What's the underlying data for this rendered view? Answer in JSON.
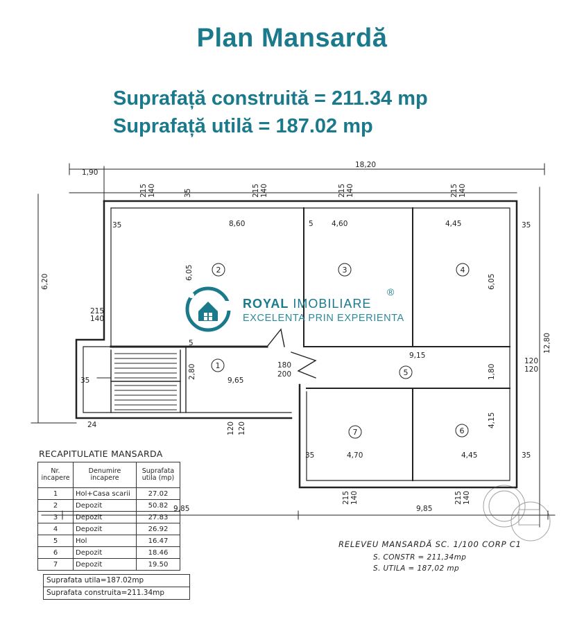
{
  "header": {
    "title": "Plan Mansardă",
    "built_area": "Suprafață construită = 211.34 mp",
    "usable_area": "Suprafață utilă = 187.02 mp"
  },
  "logo": {
    "brand_bold": "ROYAL",
    "brand_rest": " IMOBILIARE",
    "tagline": "EXCELENTA PRIN EXPERIENTA",
    "registered": "®"
  },
  "plan": {
    "dims": {
      "top_overall": "18,20",
      "top_left": "1,90",
      "left_height": "6,20",
      "right_height": "12,80",
      "r2_width": "8,60",
      "r3_width": "4,60",
      "r4_width": "4,45",
      "r2_height": "6,05",
      "r4_height": "6,05",
      "hall_width": "9,65",
      "hall_right": "9,15",
      "hall_height": "2,80",
      "hall_h2": "1,80",
      "r7_width": "4,70",
      "r6_width": "4,45",
      "r6_height": "4,15",
      "bottom_left": "9,85",
      "bottom_right": "9,85",
      "door_180": "180",
      "door_200": "200",
      "wall_35": "35",
      "wall_5": "5",
      "w215": "215",
      "w140": "140",
      "w120": "120",
      "w24": "24"
    },
    "rooms": [
      "1",
      "2",
      "3",
      "4",
      "5",
      "6",
      "7"
    ]
  },
  "recap": {
    "title": "RECAPITULATIE MANSARDA",
    "headers": [
      "Nr. incapere",
      "Denumire incapere",
      "Suprafata utila (mp)"
    ],
    "rows": [
      [
        "1",
        "Hol+Casa scarii",
        "27.02"
      ],
      [
        "2",
        "Depozit",
        "50.82"
      ],
      [
        "3",
        "Depozit",
        "27.83"
      ],
      [
        "4",
        "Depozit",
        "26.92"
      ],
      [
        "5",
        "Hol",
        "16.47"
      ],
      [
        "6",
        "Depozit",
        "18.46"
      ],
      [
        "7",
        "Depozit",
        "19.50"
      ]
    ],
    "usable": "Suprafata utila=187.02mp",
    "built": "Suprafata construita=211.34mp"
  },
  "releveu": {
    "title": "RELEVEU  MANSARDĂ  SC. 1/100  CORP C1",
    "constr": "S. CONSTR = 211,34mp",
    "utila": "S. UTILA = 187,02 mp"
  },
  "colors": {
    "accent": "#1a7a8c",
    "ink": "#222222"
  }
}
